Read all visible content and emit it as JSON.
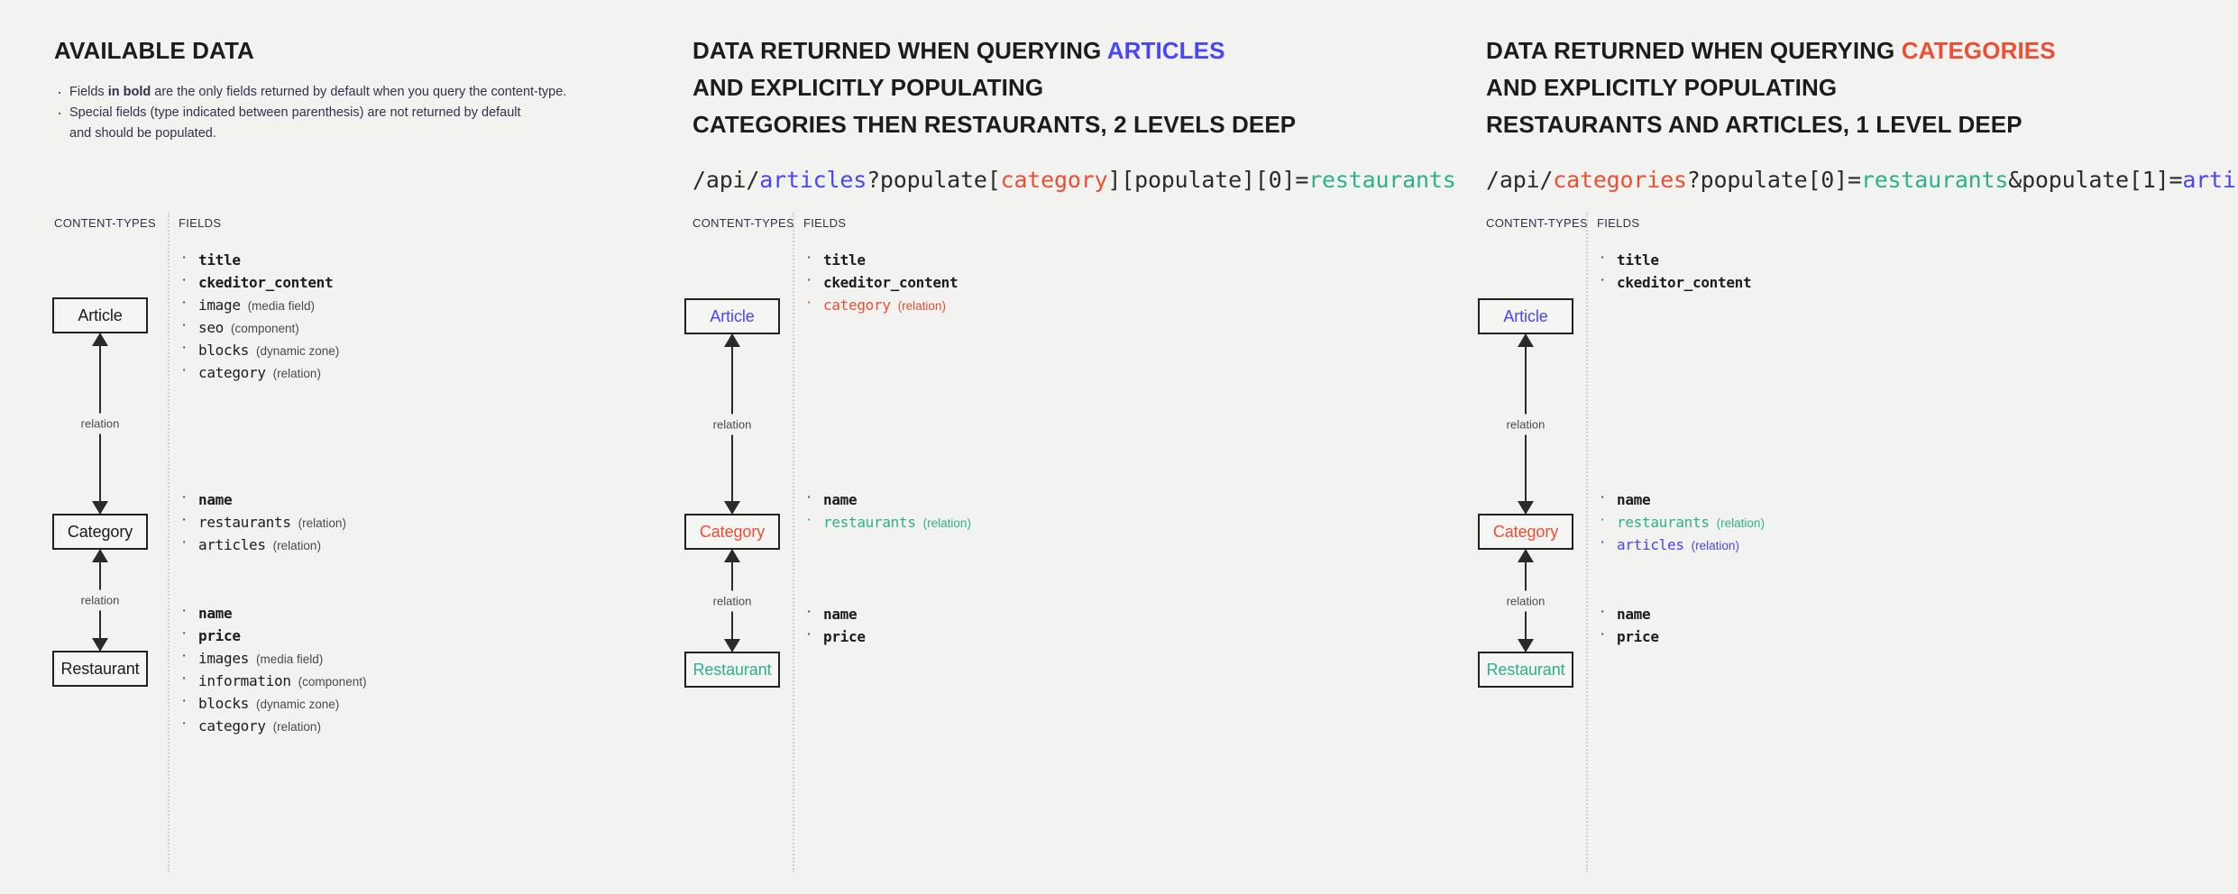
{
  "colors": {
    "background": "#f2f2f1",
    "text": "#1c1c1c",
    "accent_blue": "#4945ff",
    "accent_red": "#ee4f33",
    "accent_teal": "#2eb08a",
    "muted": "#4a4a4a",
    "divider": "#cfcfcd"
  },
  "panels": [
    {
      "title_plain": "AVAILABLE DATA",
      "notes": [
        {
          "pre": "Fields ",
          "bold": "in bold",
          "post": " are the only fields returned by default when you query the content-type."
        },
        {
          "pre": "Special fields (type indicated between parenthesis) are not returned by default\nand should be populated.",
          "bold": "",
          "post": ""
        }
      ],
      "col_labels": {
        "content_types": "CONTENT-TYPES",
        "fields": "FIELDS"
      },
      "nodes": [
        {
          "label": "Article",
          "color": "default"
        },
        {
          "label": "Category",
          "color": "default"
        },
        {
          "label": "Restaurant",
          "color": "default"
        }
      ],
      "connector_labels": [
        "relation",
        "relation"
      ],
      "field_groups": [
        [
          {
            "name": "title",
            "type": "",
            "bold": true,
            "color": "default"
          },
          {
            "name": "ckeditor_content",
            "type": "",
            "bold": true,
            "color": "default"
          },
          {
            "name": "image",
            "type": "(media field)",
            "bold": false,
            "color": "default"
          },
          {
            "name": "seo",
            "type": "(component)",
            "bold": false,
            "color": "default"
          },
          {
            "name": "blocks",
            "type": "(dynamic zone)",
            "bold": false,
            "color": "default"
          },
          {
            "name": "category",
            "type": "(relation)",
            "bold": false,
            "color": "default"
          }
        ],
        [
          {
            "name": "name",
            "type": "",
            "bold": true,
            "color": "default"
          },
          {
            "name": "restaurants",
            "type": "(relation)",
            "bold": false,
            "color": "default"
          },
          {
            "name": "articles",
            "type": "(relation)",
            "bold": false,
            "color": "default"
          }
        ],
        [
          {
            "name": "name",
            "type": "",
            "bold": true,
            "color": "default"
          },
          {
            "name": "price",
            "type": "",
            "bold": true,
            "color": "default"
          },
          {
            "name": "images",
            "type": "(media field)",
            "bold": false,
            "color": "default"
          },
          {
            "name": "information",
            "type": "(component)",
            "bold": false,
            "color": "default"
          },
          {
            "name": "blocks",
            "type": "(dynamic zone)",
            "bold": false,
            "color": "default"
          },
          {
            "name": "category",
            "type": "(relation)",
            "bold": false,
            "color": "default"
          }
        ]
      ]
    },
    {
      "title_line1_pre": "DATA RETURNED WHEN QUERYING ",
      "title_line1_accent": "ARTICLES",
      "title_line2": "AND EXPLICITLY POPULATING",
      "title_line3": "CATEGORIES THEN RESTAURANTS, 2 LEVELS DEEP",
      "api_query": [
        {
          "text": "/api/",
          "color": "default"
        },
        {
          "text": "articles",
          "color": "blue"
        },
        {
          "text": "?populate[",
          "color": "default"
        },
        {
          "text": "category",
          "color": "red"
        },
        {
          "text": "][populate][0]=",
          "color": "default"
        },
        {
          "text": "restaurants",
          "color": "teal"
        }
      ],
      "col_labels": {
        "content_types": "CONTENT-TYPES",
        "fields": "FIELDS"
      },
      "nodes": [
        {
          "label": "Article",
          "color": "blue"
        },
        {
          "label": "Category",
          "color": "red"
        },
        {
          "label": "Restaurant",
          "color": "teal"
        }
      ],
      "connector_labels": [
        "relation",
        "relation"
      ],
      "field_groups": [
        [
          {
            "name": "title",
            "type": "",
            "bold": true,
            "color": "default"
          },
          {
            "name": "ckeditor_content",
            "type": "",
            "bold": true,
            "color": "default"
          },
          {
            "name": "category",
            "type": "(relation)",
            "bold": false,
            "color": "red"
          }
        ],
        [
          {
            "name": "name",
            "type": "",
            "bold": true,
            "color": "default"
          },
          {
            "name": "restaurants",
            "type": "(relation)",
            "bold": false,
            "color": "teal"
          }
        ],
        [
          {
            "name": "name",
            "type": "",
            "bold": true,
            "color": "default"
          },
          {
            "name": "price",
            "type": "",
            "bold": true,
            "color": "default"
          }
        ]
      ]
    },
    {
      "title_line1_pre": "DATA RETURNED WHEN QUERYING ",
      "title_line1_accent": "CATEGORIES",
      "title_line2": "AND EXPLICITLY POPULATING",
      "title_line3": "RESTAURANTS AND ARTICLES, 1 LEVEL DEEP",
      "api_query": [
        {
          "text": "/api/",
          "color": "default"
        },
        {
          "text": "categories",
          "color": "red"
        },
        {
          "text": "?populate[0]=",
          "color": "default"
        },
        {
          "text": "restaurants",
          "color": "teal"
        },
        {
          "text": "&populate[1]=",
          "color": "default"
        },
        {
          "text": "articles",
          "color": "blue"
        }
      ],
      "col_labels": {
        "content_types": "CONTENT-TYPES",
        "fields": "FIELDS"
      },
      "nodes": [
        {
          "label": "Article",
          "color": "blue"
        },
        {
          "label": "Category",
          "color": "red"
        },
        {
          "label": "Restaurant",
          "color": "teal"
        }
      ],
      "connector_labels": [
        "relation",
        "relation"
      ],
      "field_groups": [
        [
          {
            "name": "title",
            "type": "",
            "bold": true,
            "color": "default"
          },
          {
            "name": "ckeditor_content",
            "type": "",
            "bold": true,
            "color": "default"
          }
        ],
        [
          {
            "name": "name",
            "type": "",
            "bold": true,
            "color": "default"
          },
          {
            "name": "restaurants",
            "type": "(relation)",
            "bold": false,
            "color": "teal"
          },
          {
            "name": "articles",
            "type": "(relation)",
            "bold": false,
            "color": "blue"
          }
        ],
        [
          {
            "name": "name",
            "type": "",
            "bold": true,
            "color": "default"
          },
          {
            "name": "price",
            "type": "",
            "bold": true,
            "color": "default"
          }
        ]
      ]
    }
  ]
}
